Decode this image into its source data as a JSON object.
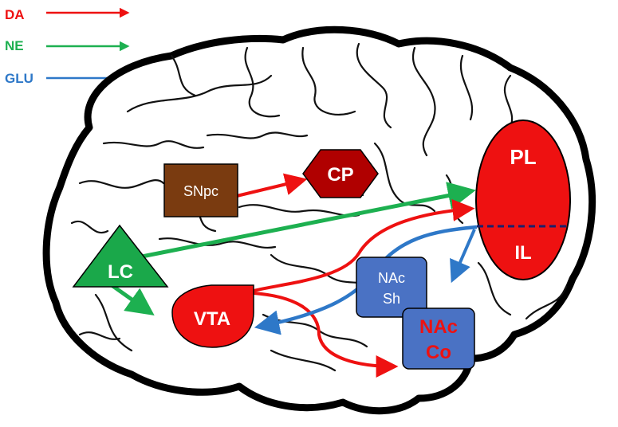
{
  "legend": {
    "da": {
      "label": "DA",
      "color": "#ee1111"
    },
    "ne": {
      "label": "NE",
      "color": "#1db050"
    },
    "glu": {
      "label": "GLU",
      "color": "#2e78c8"
    }
  },
  "regions": {
    "pl": {
      "label": "PL"
    },
    "il": {
      "label": "IL"
    },
    "cp": {
      "label": "CP"
    },
    "snpc": {
      "label": "SNpc"
    },
    "lc": {
      "label": "LC"
    },
    "vta": {
      "label": "VTA"
    },
    "nac_sh": {
      "line1": "NAc",
      "line2": "Sh"
    },
    "nac_co": {
      "line1": "NAc",
      "line2": "Co"
    }
  },
  "colors": {
    "pfc_fill": "#ee1111",
    "cp_fill": "#b00000",
    "snpc_fill": "#7a3b10",
    "lc_fill": "#1aa84a",
    "vta_fill": "#ee1111",
    "nac_fill": "#4a72c4",
    "nac_co_text": "#ee1111",
    "outline": "#000000"
  }
}
